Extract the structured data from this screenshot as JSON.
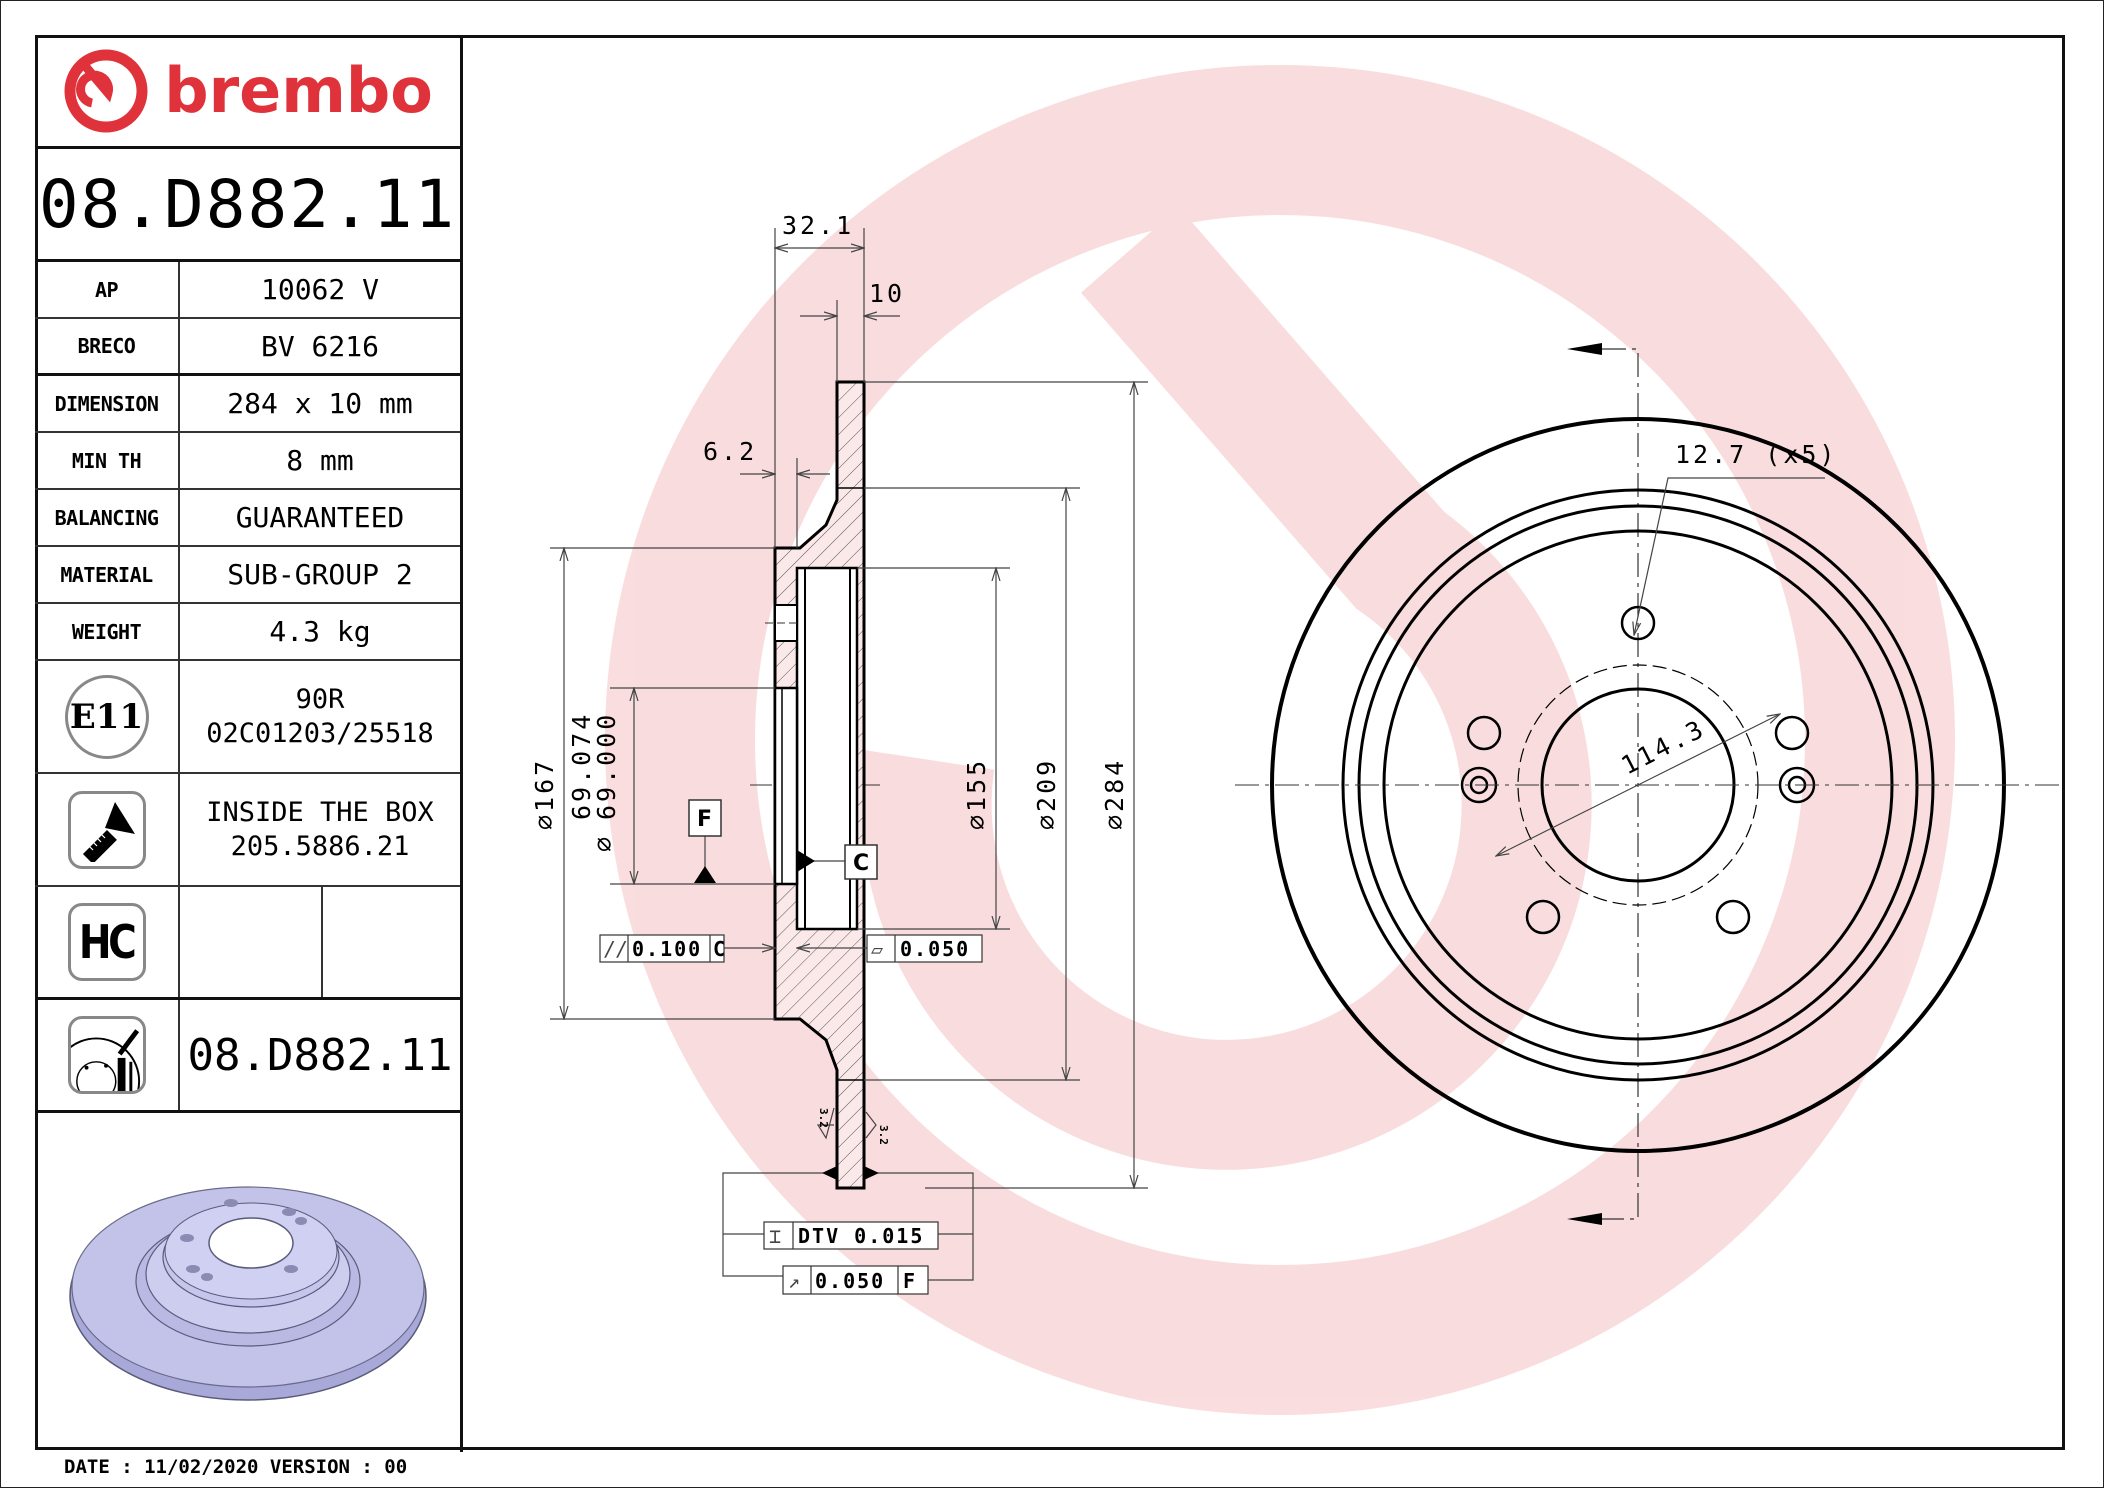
{
  "brand": {
    "name": "brembo",
    "color": "#e0323a"
  },
  "part_number": "08.D882.11",
  "specs": [
    {
      "label": "AP",
      "value": "10062 V"
    },
    {
      "label": "BRECO",
      "value": "BV 6216"
    },
    {
      "label": "DIMENSION",
      "value": "284 x 10 mm"
    },
    {
      "label": "MIN TH",
      "value": "8 mm"
    },
    {
      "label": "BALANCING",
      "value": "GUARANTEED"
    },
    {
      "label": "MATERIAL",
      "value": "SUB-GROUP 2"
    },
    {
      "label": "WEIGHT",
      "value": "4.3 kg"
    }
  ],
  "approval": {
    "icon": "E11",
    "line1": "90R",
    "line2": "02C01203/25518"
  },
  "screw": {
    "icon": "screw-icon",
    "line1": "INSIDE THE BOX",
    "line2": "205.5886.21"
  },
  "hc": {
    "icon": "HC",
    "value_left": "",
    "value_right": ""
  },
  "marking": {
    "icon": "disc-marking-icon",
    "code": "08.D882.11"
  },
  "footer": {
    "date_line": "DATE : 11/02/2020 VERSION : 00"
  },
  "section_view": {
    "overall_height": "32.1",
    "disc_thickness": "10",
    "hat_thickness": "6.2",
    "dia_167": "167",
    "dia_bore_max": "69.074",
    "dia_bore_min": "69.000",
    "dia_155": "155",
    "dia_209": "209",
    "dia_284": "284",
    "datum_F": "F",
    "datum_C": "C",
    "parallelism": {
      "symbol": "//",
      "value": "0.100",
      "datum": "C"
    },
    "flatness": {
      "symbol": "▱",
      "value": "0.050"
    },
    "roughness_left": "3.2",
    "roughness_right": "3.2",
    "dtv": {
      "symbol": "⌶",
      "value": "DTV 0.015"
    },
    "runout": {
      "symbol": "↗",
      "value": "0.050",
      "datum": "F"
    }
  },
  "front_view": {
    "bolt_hole": "12.7 (x5)",
    "pcd": "114.3"
  }
}
